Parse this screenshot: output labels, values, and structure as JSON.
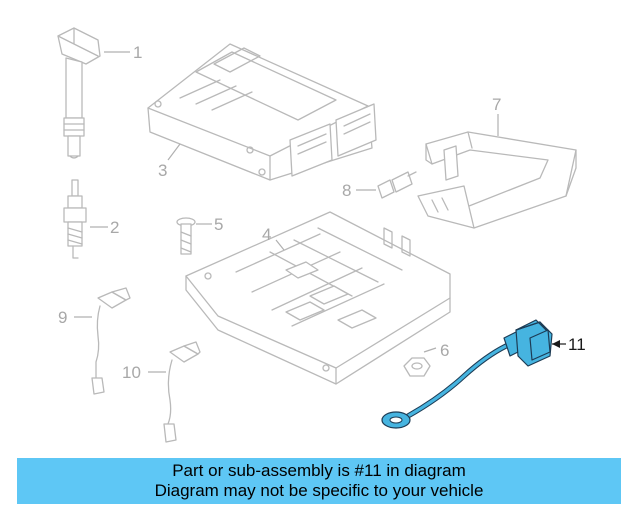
{
  "callouts": {
    "c1": "1",
    "c2": "2",
    "c3": "3",
    "c4": "4",
    "c5": "5",
    "c6": "6",
    "c7": "7",
    "c8": "8",
    "c9": "9",
    "c10": "10",
    "c11": "11"
  },
  "highlighted_part": "11",
  "colors": {
    "banner": "#5ec7f5",
    "highlight": "#46b4e0",
    "outline": "#b9b9b9"
  },
  "banner": {
    "line1": "Part or sub-assembly is #11 in diagram",
    "line2": "Diagram may not be specific to your vehicle"
  }
}
